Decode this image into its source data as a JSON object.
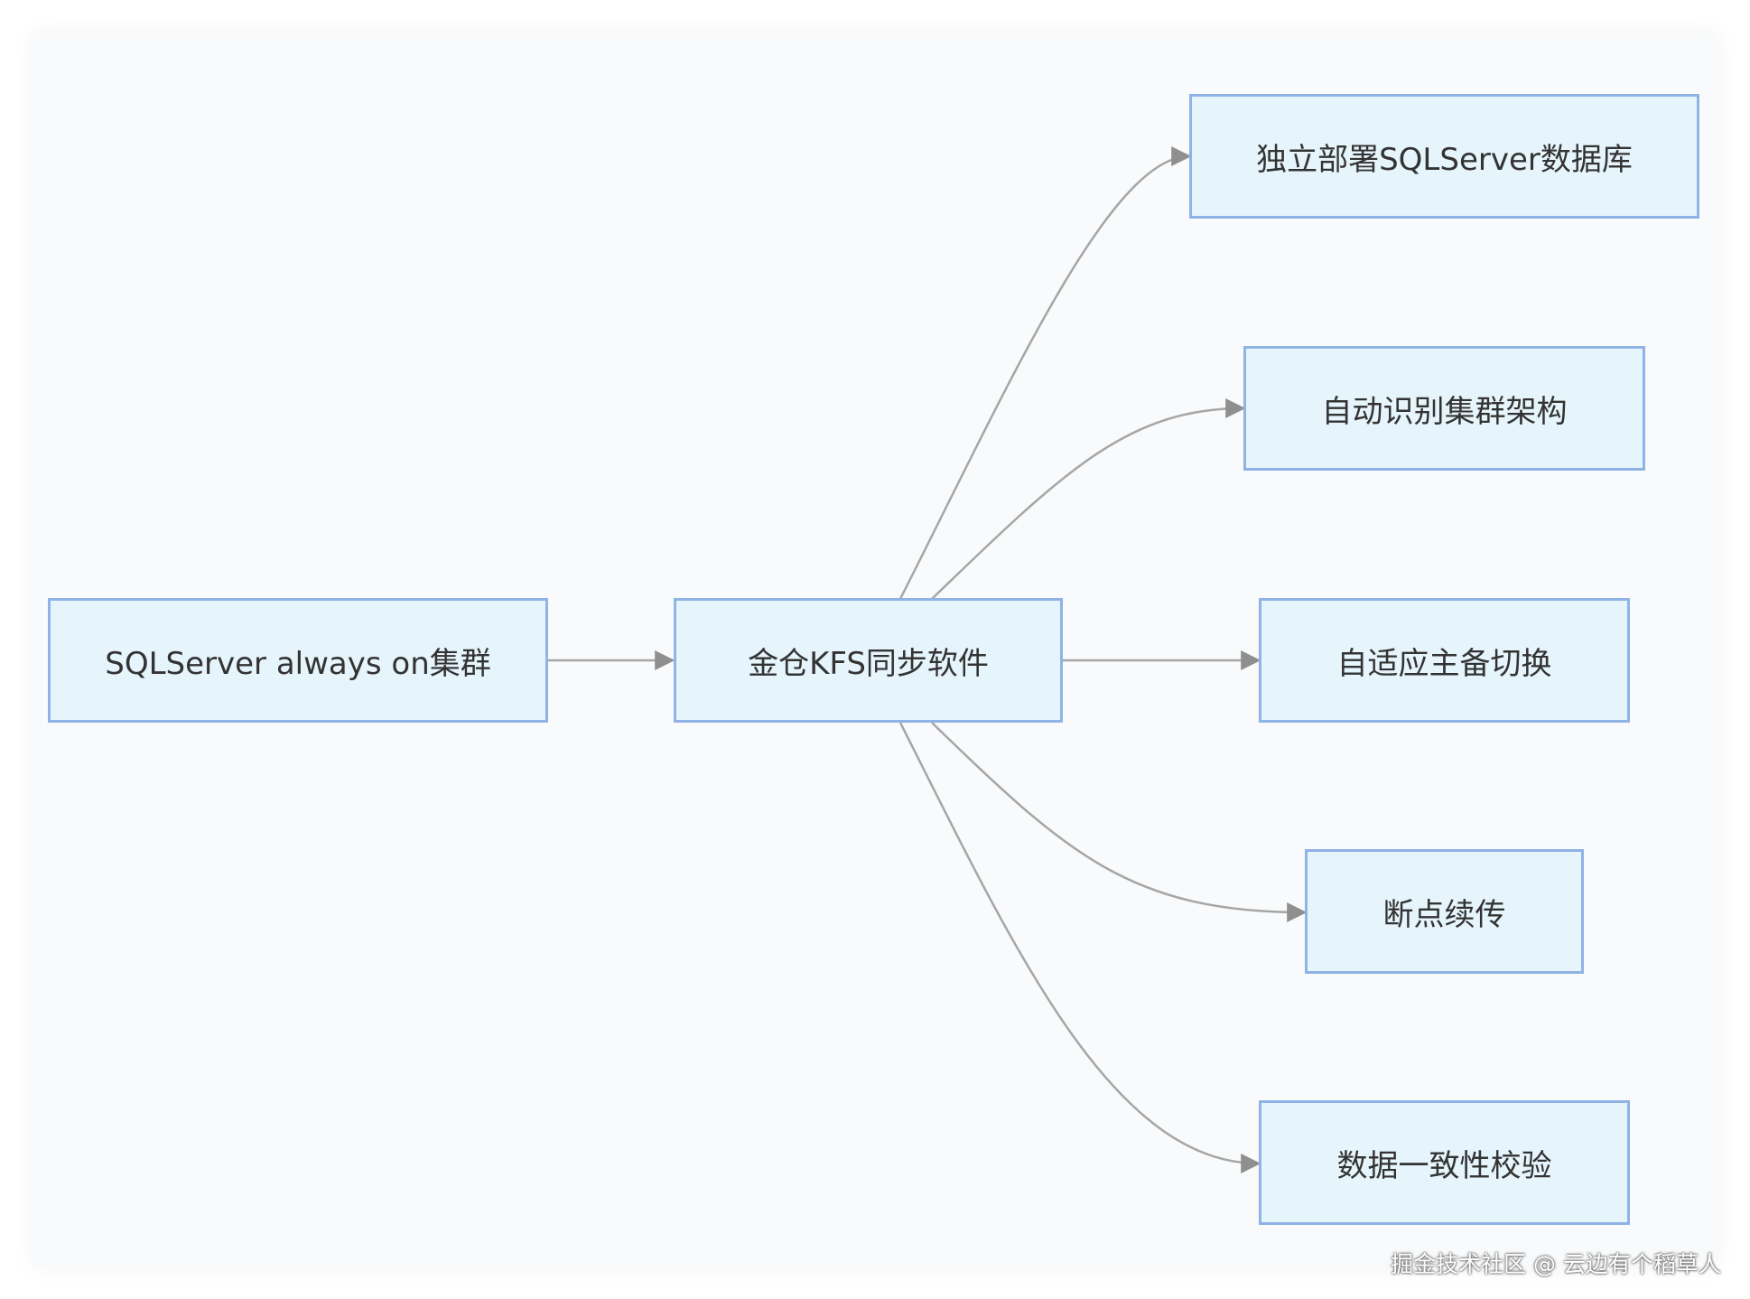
{
  "diagram": {
    "nodes": [
      {
        "id": "sqlserver-cluster",
        "label": "SQLServer always on集群"
      },
      {
        "id": "kfs",
        "label": "金仓KFS同步软件"
      },
      {
        "id": "standalone-deploy",
        "label": "独立部署SQLServer数据库"
      },
      {
        "id": "auto-detect",
        "label": "自动识别集群架构"
      },
      {
        "id": "adaptive-switch",
        "label": "自适应主备切换"
      },
      {
        "id": "resume",
        "label": "断点续传"
      },
      {
        "id": "consistency-check",
        "label": "数据一致性校验"
      }
    ],
    "edges": [
      {
        "from": "sqlserver-cluster",
        "to": "kfs"
      },
      {
        "from": "kfs",
        "to": "standalone-deploy"
      },
      {
        "from": "kfs",
        "to": "auto-detect"
      },
      {
        "from": "kfs",
        "to": "adaptive-switch"
      },
      {
        "from": "kfs",
        "to": "resume"
      },
      {
        "from": "kfs",
        "to": "consistency-check"
      }
    ],
    "colors": {
      "node_fill": "#e6f4fc",
      "node_border": "#8fb3e6",
      "edge": "#a6a6a6",
      "arrowhead": "#8f8f8f"
    }
  },
  "watermark": "掘金技术社区 @ 云边有个稻草人"
}
